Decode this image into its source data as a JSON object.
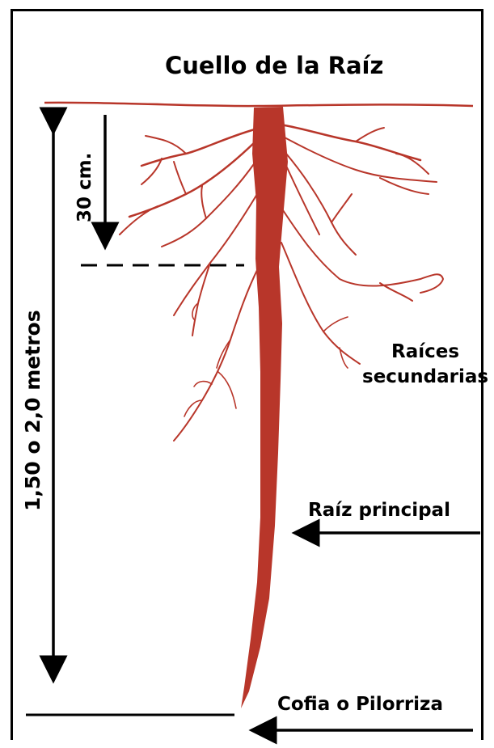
{
  "labels": {
    "title": "Cuello de la Raíz",
    "secondary_line1": "Raíces",
    "secondary_line2": "secundarias",
    "main_root": "Raíz principal",
    "root_cap": "Cofia o Pilorriza",
    "total_depth": "1,50 o 2,0 metros",
    "shallow_depth": "30 cm."
  },
  "colors": {
    "root": "#b8362a",
    "ink": "#000000"
  }
}
